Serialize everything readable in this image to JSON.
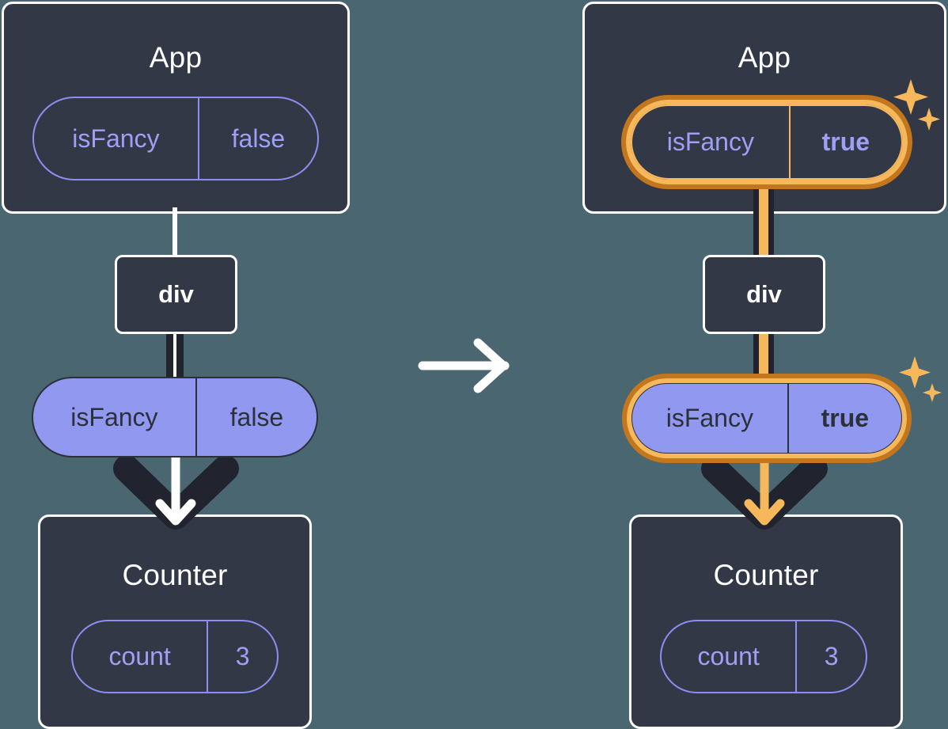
{
  "diagram": {
    "title_left": "App",
    "title_right": "App",
    "background_color": "#4a6670",
    "box_color": "#323846",
    "pill_fill_color": "#9198f0",
    "pill_outline_color": "#8b8ff0",
    "highlight_outer_color": "#c4761c",
    "highlight_inner_color": "#f7b85c",
    "arrow_dark_color": "#21242f",
    "transition_arrow": "right-arrow"
  },
  "left": {
    "app": {
      "title": "App",
      "state": {
        "key": "isFancy",
        "value": "false"
      }
    },
    "div": {
      "label": "div"
    },
    "prop": {
      "key": "isFancy",
      "value": "false"
    },
    "counter": {
      "title": "Counter",
      "state": {
        "key": "count",
        "value": "3"
      }
    }
  },
  "right": {
    "app": {
      "title": "App",
      "state": {
        "key": "isFancy",
        "value": "true"
      },
      "highlighted": true
    },
    "div": {
      "label": "div"
    },
    "prop": {
      "key": "isFancy",
      "value": "true",
      "highlighted": true
    },
    "counter": {
      "title": "Counter",
      "state": {
        "key": "count",
        "value": "3"
      }
    }
  }
}
